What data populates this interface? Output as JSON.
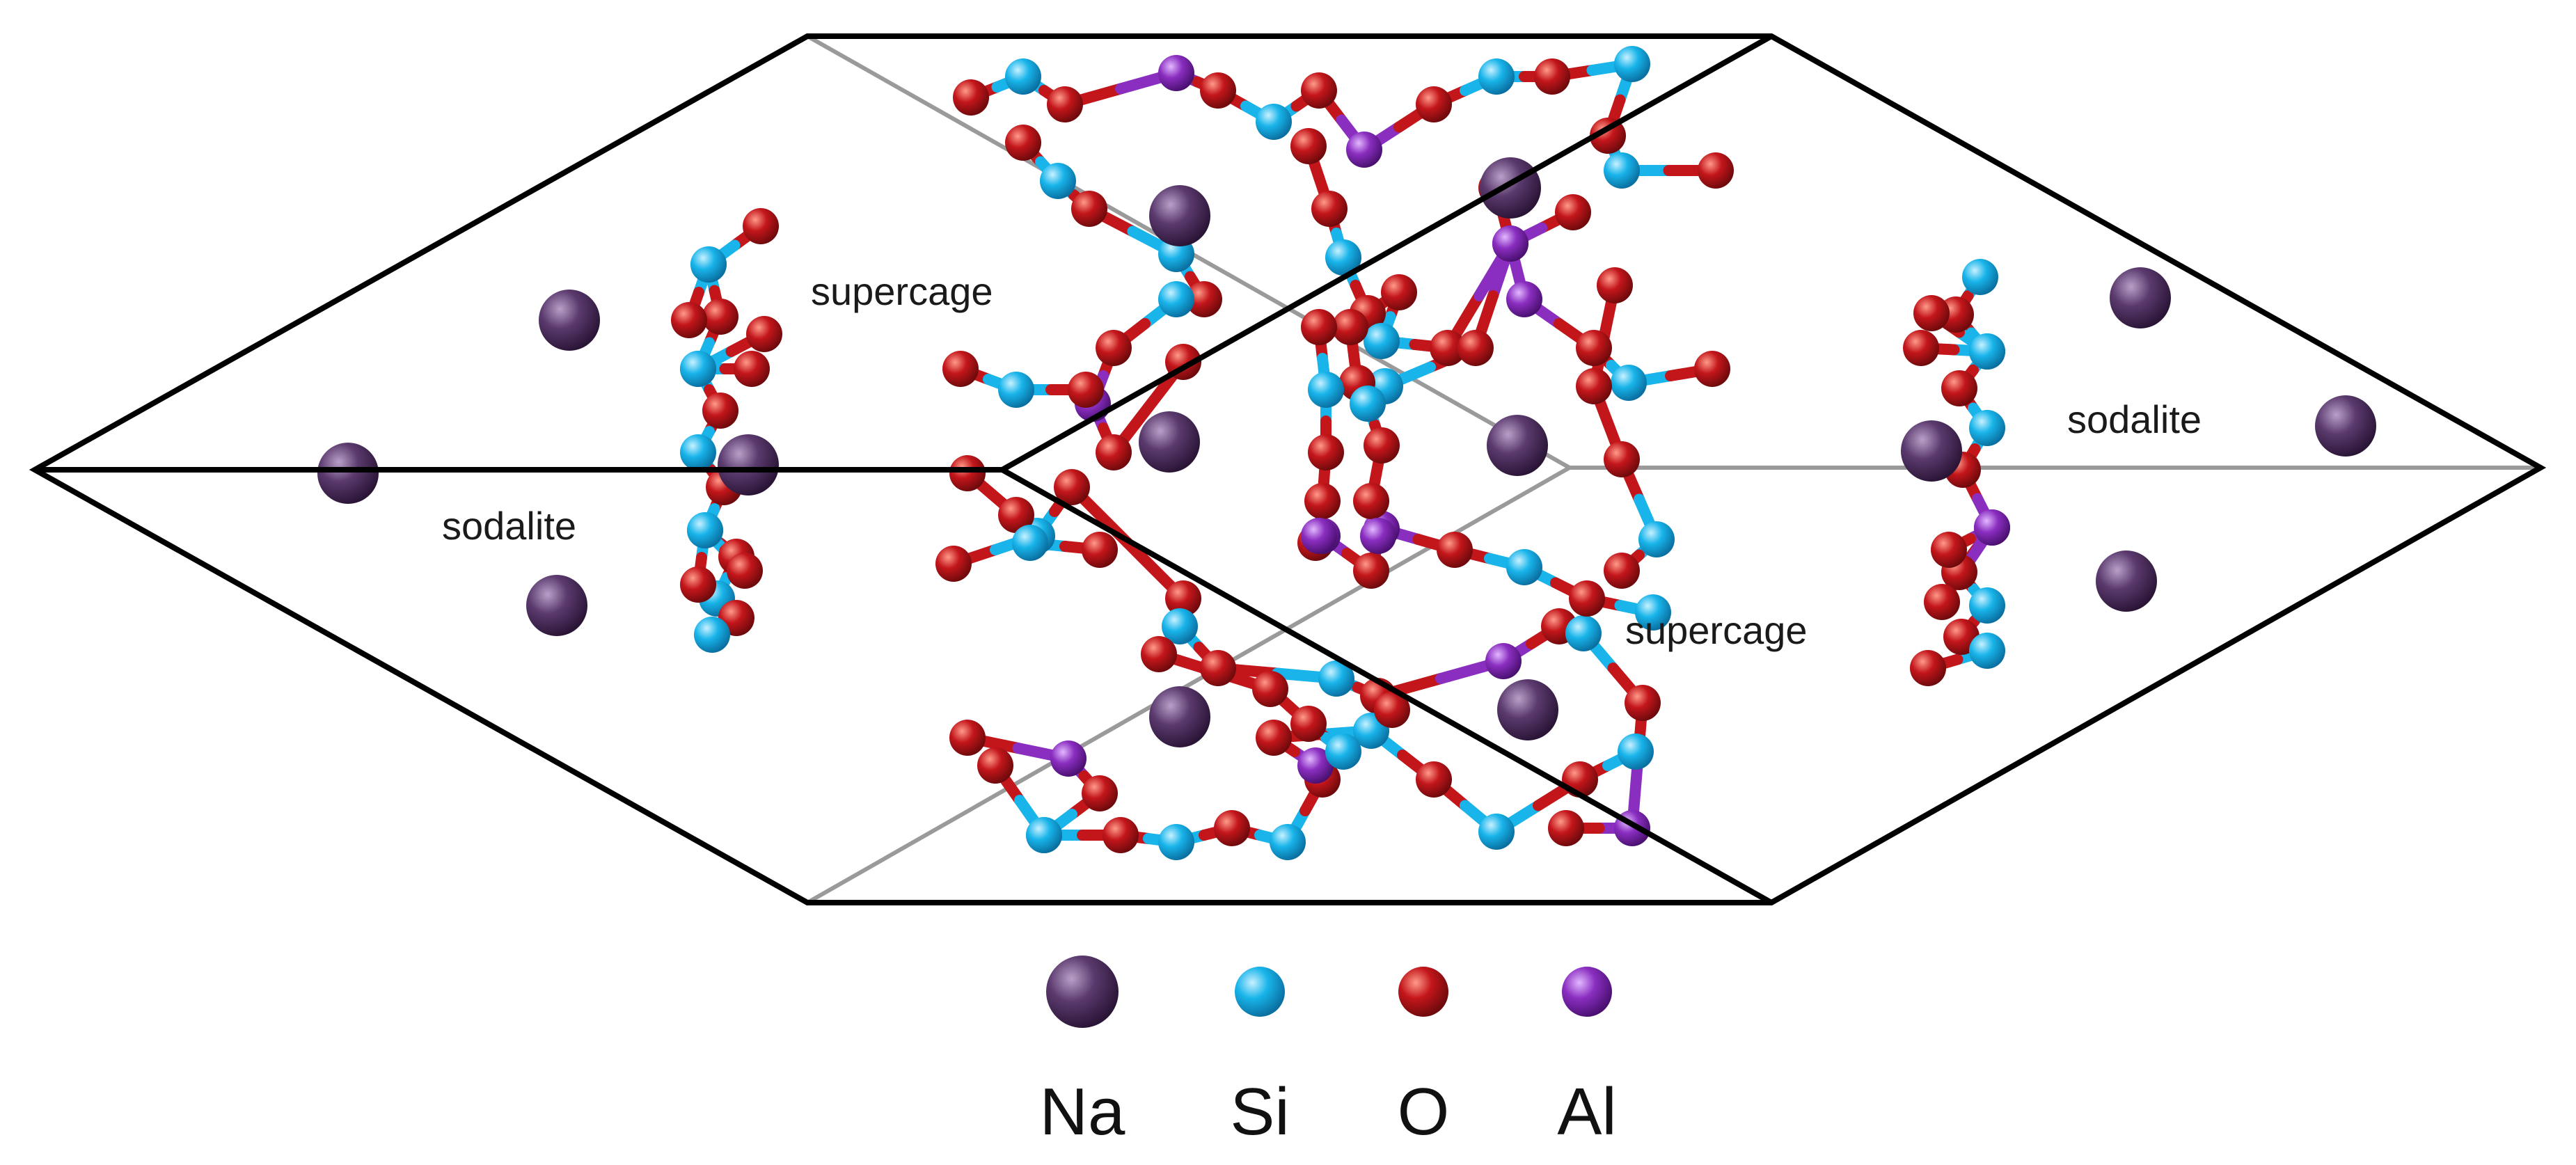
{
  "colors": {
    "Na": "#5b3a6e",
    "Si": "#18b4ea",
    "O": "#c3161b",
    "Al": "#8a2ec0",
    "cell_edge": "#000000",
    "hidden_edge": "#9a9a9a"
  },
  "region_labels": {
    "supercage_upper": "supercage",
    "supercage_lower": "supercage",
    "sodalite_left": "sodalite",
    "sodalite_right": "sodalite"
  },
  "legend": [
    {
      "key": "Na",
      "label": "Na"
    },
    {
      "key": "Si",
      "label": "Si"
    },
    {
      "key": "O",
      "label": "O"
    },
    {
      "key": "Al",
      "label": "Al"
    }
  ]
}
